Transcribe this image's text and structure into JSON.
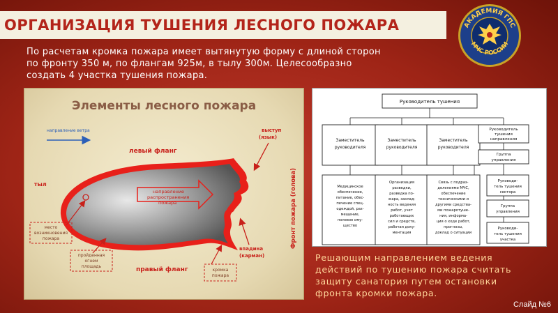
{
  "slide": {
    "title": "ОРГАНИЗАЦИЯ ТУШЕНИЯ ЛЕСНОГО ПОЖАРА",
    "intro_lines": [
      "По расчетам кромка пожара имеет вытянутую форму с длиной сторон",
      "по фронту 350 м, по флангам 925м, в тылу 300м. Целесообразно",
      "создать 4 участка тушения пожара."
    ],
    "decision_lines": [
      "Решающим направлением ведения",
      "действий по тушению пожара считать",
      "защиту санатория путем остановки",
      "фронта кромки пожара."
    ],
    "slide_number": "Слайд №6",
    "accent_color": "#b3241a",
    "background_color": "#a8281a"
  },
  "emblem": {
    "top_text": "АКАДЕМИЯ ГПС",
    "bottom_text": "МЧС РОССИИ"
  },
  "fire_diagram": {
    "heading": "Элементы лесного пожара",
    "wind": "направление ветра",
    "left_flank": "левый фланг",
    "right_flank": "правый фланг",
    "rear": "тыл",
    "protrusion_1": "выступ",
    "protrusion_2": "(язык)",
    "spread_1": "направление",
    "spread_2": "распространения",
    "spread_3": "пожара",
    "origin_1": "место",
    "origin_2": "возникновения",
    "origin_3": "пожара",
    "burnt_1": "пройденная",
    "burnt_2": "огнем",
    "burnt_3": "площадь",
    "pocket_1": "впадина",
    "pocket_2": "(карман)",
    "edge_1": "кромка",
    "edge_2": "пожара",
    "front": "Фронт пожара (голова)"
  },
  "org_chart": {
    "head": "Руководитель тушения",
    "deputies": [
      {
        "l1": "Заместитель",
        "l2": "руководителя"
      },
      {
        "l1": "Заместитель",
        "l2": "руководителя"
      },
      {
        "l1": "Заместитель",
        "l2": "руководителя"
      }
    ],
    "sector_head": [
      "Руководитель",
      "тушения",
      "направления"
    ],
    "control_group": [
      "Группа",
      "управления"
    ],
    "duties": [
      [
        "Медицинское",
        "обеспечение,",
        "питание, обес-",
        "печение спец-",
        "одеждой, раз-",
        "мещение,",
        "полевое иму-",
        "щество"
      ],
      [
        "Организация",
        "разведки,",
        "разведка по-",
        "жара, заклад-",
        "ность ведения",
        "работ, учет",
        "работающих",
        "сил и средств,",
        "рабочая доку-",
        "ментация"
      ],
      [
        "Связь с подраз-",
        "делениями МЧС,",
        "обеспечение",
        "техническими и",
        "другими средства-",
        "ми пожаротуше-",
        "ния, информа-",
        "ция о ходе работ,",
        "прогнозы,",
        "доклад о ситуации"
      ]
    ],
    "right_lower": [
      [
        "Руководи-",
        "тель тушения",
        "сектора"
      ],
      [
        "Группа",
        "управления"
      ],
      [
        "Руководи-",
        "тель тушения",
        "участка"
      ]
    ]
  }
}
